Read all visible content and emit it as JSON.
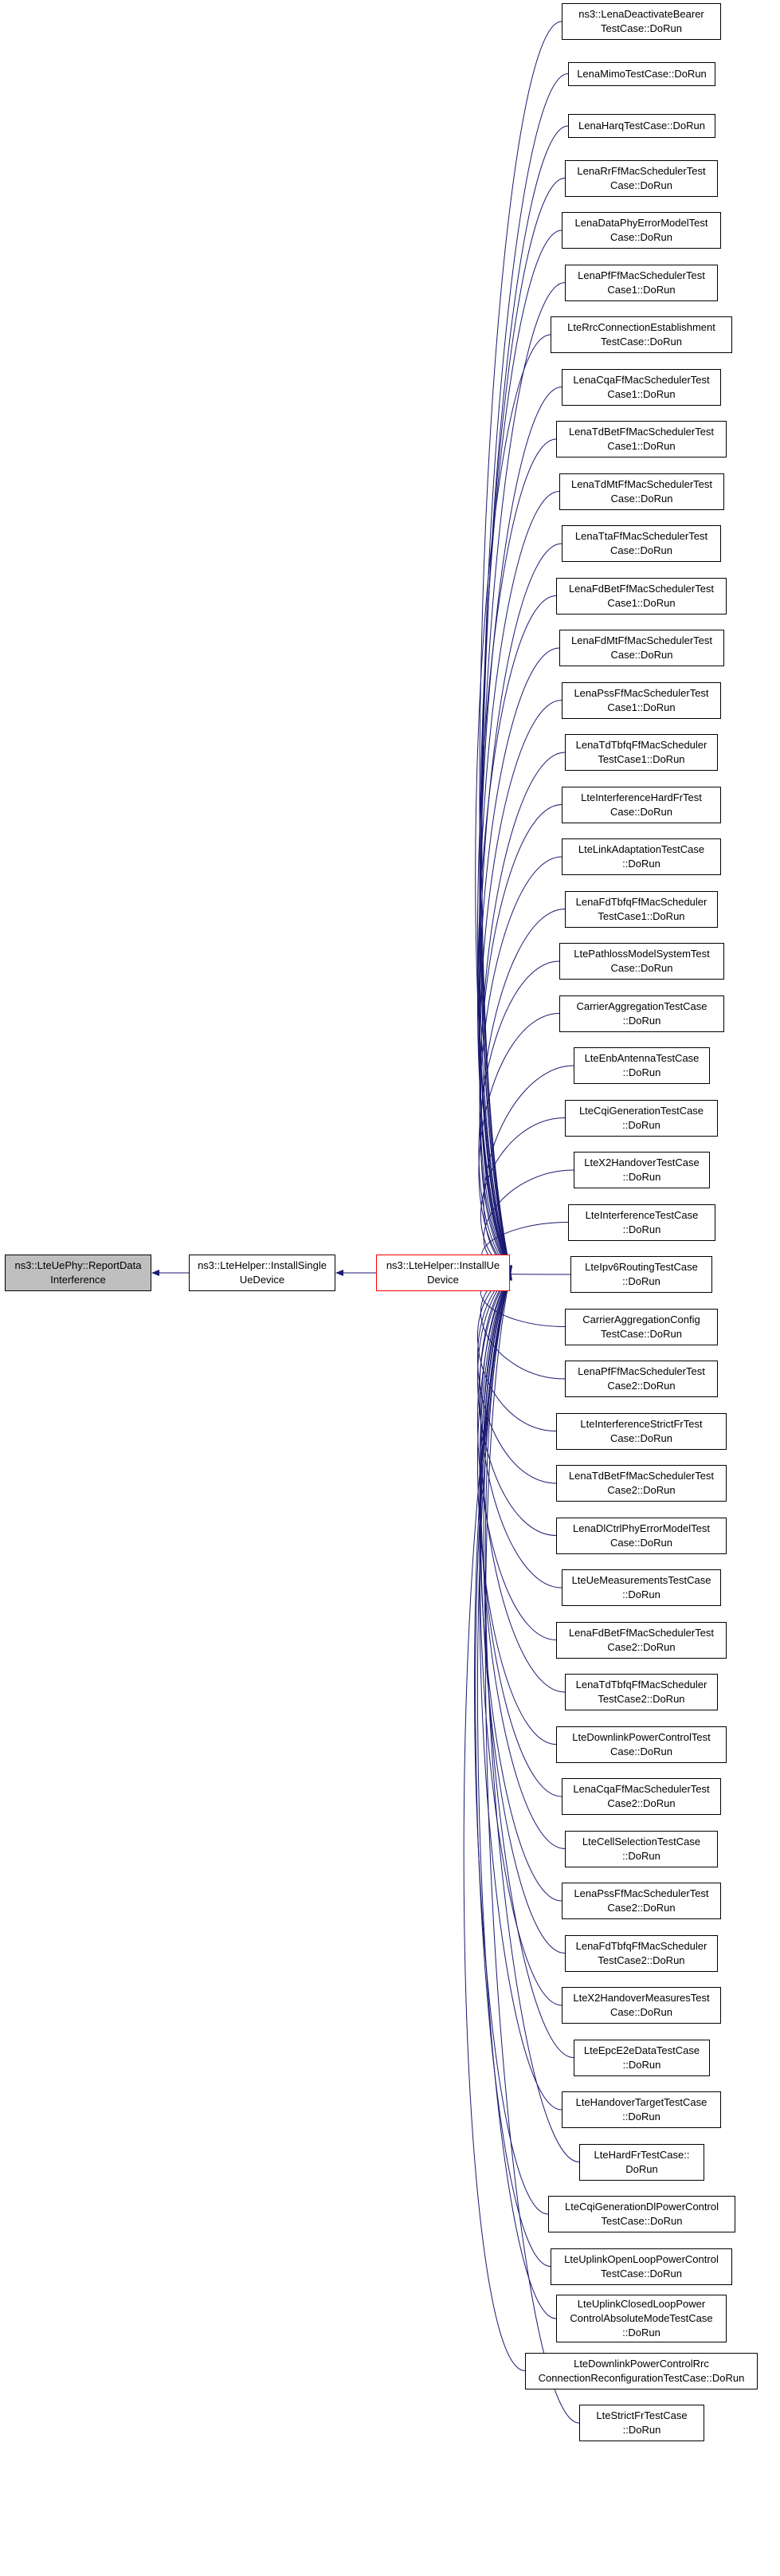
{
  "graph": {
    "type": "doxygen-caller-graph",
    "edge_color": "#191970",
    "root_fill": "#bfbfbf",
    "highlight_border": "#ff0000",
    "root": {
      "label": "ns3::LteUePhy::ReportData\nInterference"
    },
    "intermediate": {
      "label": "ns3::LteHelper::InstallSingle\nUeDevice"
    },
    "hub": {
      "label": "ns3::LteHelper::InstallUe\nDevice"
    },
    "callers": [
      {
        "label": "ns3::LenaDeactivateBearer\nTestCase::DoRun"
      },
      {
        "label": "LenaMimoTestCase::DoRun"
      },
      {
        "label": "LenaHarqTestCase::DoRun"
      },
      {
        "label": "LenaRrFfMacSchedulerTest\nCase::DoRun"
      },
      {
        "label": "LenaDataPhyErrorModelTest\nCase::DoRun"
      },
      {
        "label": "LenaPfFfMacSchedulerTest\nCase1::DoRun"
      },
      {
        "label": "LteRrcConnectionEstablishment\nTestCase::DoRun"
      },
      {
        "label": "LenaCqaFfMacSchedulerTest\nCase1::DoRun"
      },
      {
        "label": "LenaTdBetFfMacSchedulerTest\nCase1::DoRun"
      },
      {
        "label": "LenaTdMtFfMacSchedulerTest\nCase::DoRun"
      },
      {
        "label": "LenaTtaFfMacSchedulerTest\nCase::DoRun"
      },
      {
        "label": "LenaFdBetFfMacSchedulerTest\nCase1::DoRun"
      },
      {
        "label": "LenaFdMtFfMacSchedulerTest\nCase::DoRun"
      },
      {
        "label": "LenaPssFfMacSchedulerTest\nCase1::DoRun"
      },
      {
        "label": "LenaTdTbfqFfMacScheduler\nTestCase1::DoRun"
      },
      {
        "label": "LteInterferenceHardFrTest\nCase::DoRun"
      },
      {
        "label": "LteLinkAdaptationTestCase\n::DoRun"
      },
      {
        "label": "LenaFdTbfqFfMacScheduler\nTestCase1::DoRun"
      },
      {
        "label": "LtePathlossModelSystemTest\nCase::DoRun"
      },
      {
        "label": "CarrierAggregationTestCase\n::DoRun"
      },
      {
        "label": "LteEnbAntennaTestCase\n::DoRun"
      },
      {
        "label": "LteCqiGenerationTestCase\n::DoRun"
      },
      {
        "label": "LteX2HandoverTestCase\n::DoRun"
      },
      {
        "label": "LteInterferenceTestCase\n::DoRun"
      },
      {
        "label": "LteIpv6RoutingTestCase\n::DoRun"
      },
      {
        "label": "CarrierAggregationConfig\nTestCase::DoRun"
      },
      {
        "label": "LenaPfFfMacSchedulerTest\nCase2::DoRun"
      },
      {
        "label": "LteInterferenceStrictFrTest\nCase::DoRun"
      },
      {
        "label": "LenaTdBetFfMacSchedulerTest\nCase2::DoRun"
      },
      {
        "label": "LenaDlCtrlPhyErrorModelTest\nCase::DoRun"
      },
      {
        "label": "LteUeMeasurementsTestCase\n::DoRun"
      },
      {
        "label": "LenaFdBetFfMacSchedulerTest\nCase2::DoRun"
      },
      {
        "label": "LenaTdTbfqFfMacScheduler\nTestCase2::DoRun"
      },
      {
        "label": "LteDownlinkPowerControlTest\nCase::DoRun"
      },
      {
        "label": "LenaCqaFfMacSchedulerTest\nCase2::DoRun"
      },
      {
        "label": "LteCellSelectionTestCase\n::DoRun"
      },
      {
        "label": "LenaPssFfMacSchedulerTest\nCase2::DoRun"
      },
      {
        "label": "LenaFdTbfqFfMacScheduler\nTestCase2::DoRun"
      },
      {
        "label": "LteX2HandoverMeasuresTest\nCase::DoRun"
      },
      {
        "label": "LteEpcE2eDataTestCase\n::DoRun"
      },
      {
        "label": "LteHandoverTargetTestCase\n::DoRun"
      },
      {
        "label": "LteHardFrTestCase::\nDoRun"
      },
      {
        "label": "LteCqiGenerationDlPowerControl\nTestCase::DoRun"
      },
      {
        "label": "LteUplinkOpenLoopPowerControl\nTestCase::DoRun"
      },
      {
        "label": "LteUplinkClosedLoopPower\nControlAbsoluteModeTestCase\n::DoRun"
      },
      {
        "label": "LteDownlinkPowerControlRrc\nConnectionReconfigurationTestCase::DoRun"
      },
      {
        "label": "LteStrictFrTestCase\n::DoRun"
      }
    ]
  }
}
